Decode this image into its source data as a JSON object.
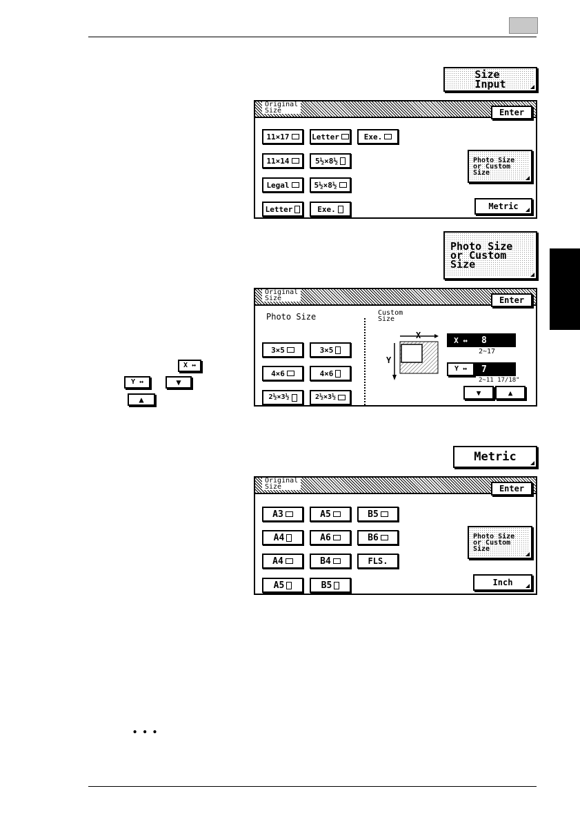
{
  "page": {
    "ellipsis": "• • •"
  },
  "top_buttons": {
    "size_input": "Size\nInput",
    "photo_custom": "Photo Size\nor Custom\nSize",
    "metric": "Metric"
  },
  "screen_inch": {
    "header": "Original\nSize",
    "enter": "Enter",
    "sizes": [
      "11×17",
      "Letter",
      "Exe.",
      "11×14",
      "5½×8½",
      "Legal",
      "5½×8½",
      "Letter",
      "Exe."
    ],
    "photo_custom": "Photo Size\nor Custom\nSize",
    "metric": "Metric"
  },
  "screen_photo": {
    "header": "Original\nSize",
    "enter": "Enter",
    "photo_label": "Photo Size",
    "custom_label": "Custom\nSize",
    "photo_sizes": [
      "3×5",
      "3×5",
      "4×6",
      "4×6",
      "2½×3½",
      "2½×3½"
    ],
    "x_label": "X",
    "y_label": "Y",
    "x_button": "X ↔",
    "y_button": "Y ↔",
    "x_value": "8",
    "x_range": "2~17",
    "y_value": "7",
    "y_range": "2~11 17/18\""
  },
  "screen_metric": {
    "header": "Original\nSize",
    "enter": "Enter",
    "sizes": [
      "A3",
      "A5",
      "B5",
      "A4",
      "A6",
      "B6",
      "A4",
      "B4",
      "FLS.",
      "A5",
      "B5"
    ],
    "photo_custom": "Photo Size\nor Custom\nSize",
    "inch": "Inch"
  },
  "side_icons": {
    "x": "X ↔",
    "y": "Y ↔"
  }
}
